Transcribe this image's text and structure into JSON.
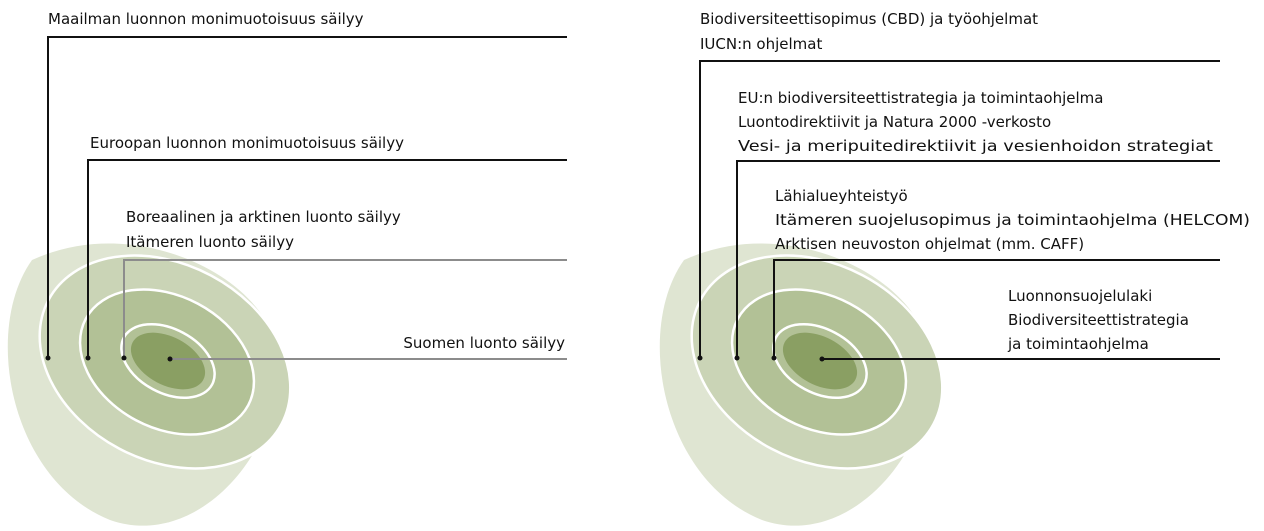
{
  "left_panel": {
    "level_world": "Maailman luonnon monimuotoisuus säilyy",
    "level_europe": "Euroopan luonnon monimuotoisuus säilyy",
    "level_region": [
      "Boreaalinen ja arktinen luonto säilyy",
      "Itämeren luonto säilyy"
    ],
    "level_finland": "Suomen luonto säilyy"
  },
  "right_panel": {
    "level_world": [
      "Biodiversiteettisopimus (CBD) ja työohjelmat",
      "IUCN:n ohjelmat"
    ],
    "level_europe": [
      "EU:n biodiversiteettistrategia ja toimintaohjelma",
      "Luontodirektiivit ja Natura 2000 -verkosto",
      "Vesi- ja meripuitedirektiivit ja vesienhoidon strategiat"
    ],
    "level_region": [
      "Lähialueyhteistyö",
      "Itämeren suojelusopimus ja toimintaohjelma (HELCOM)",
      "Arktisen neuvoston ohjelmat (mm. CAFF)"
    ],
    "level_finland": [
      "Luonnonsuojelulaki",
      "Biodiversiteettistrategia",
      "ja toimintaohjelma"
    ]
  },
  "colors": {
    "ring_outer": "#dfe5d2",
    "ring_2": "#cad4b6",
    "ring_3": "#b2c196",
    "ring_core": "#8a9f63",
    "ring_separator": "#ffffff",
    "line_dark": "#111111",
    "line_grey": "#8c8c8c"
  }
}
